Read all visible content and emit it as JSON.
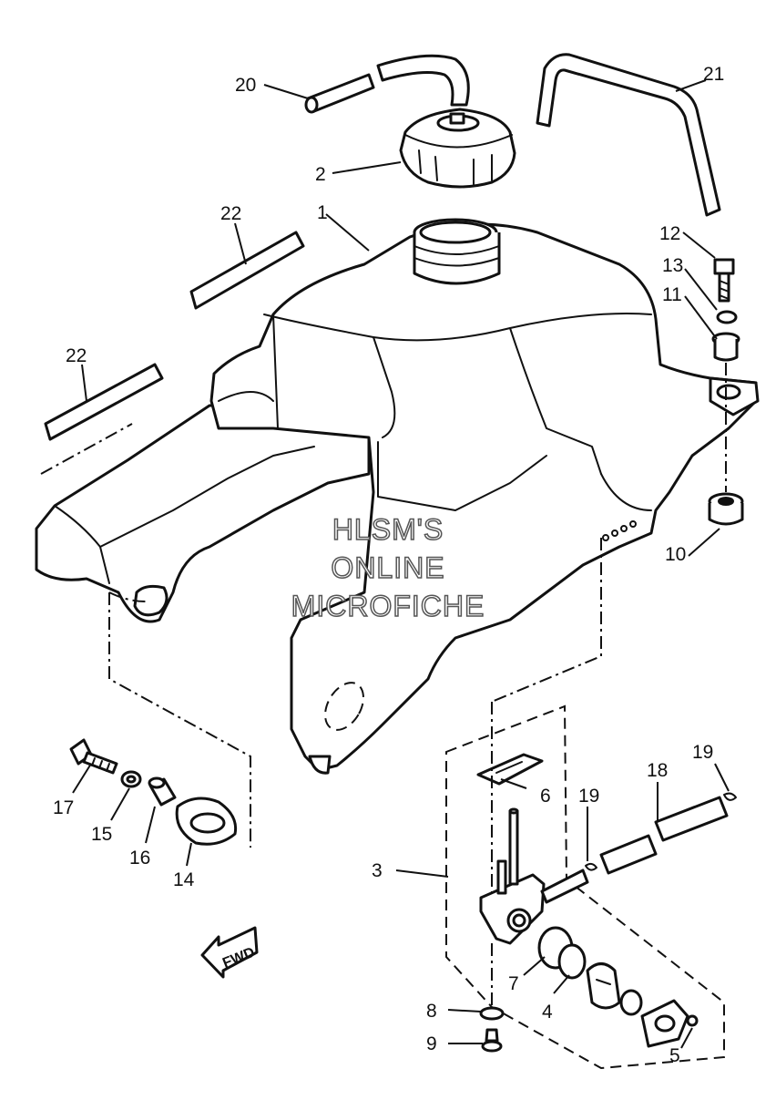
{
  "watermark": {
    "line1": "HLSM'S",
    "line2": "ONLINE",
    "line3": "MICROFICHE"
  },
  "direction_badge": "FWD",
  "callouts": {
    "c1": "1",
    "c2": "2",
    "c3": "3",
    "c4": "4",
    "c5": "5",
    "c6": "6",
    "c7": "7",
    "c8": "8",
    "c9": "9",
    "c10": "10",
    "c11": "11",
    "c12": "12",
    "c13": "13",
    "c14": "14",
    "c15": "15",
    "c16": "16",
    "c17": "17",
    "c18": "18",
    "c19a": "19",
    "c19b": "19",
    "c20": "20",
    "c21": "21",
    "c22a": "22",
    "c22b": "22"
  }
}
